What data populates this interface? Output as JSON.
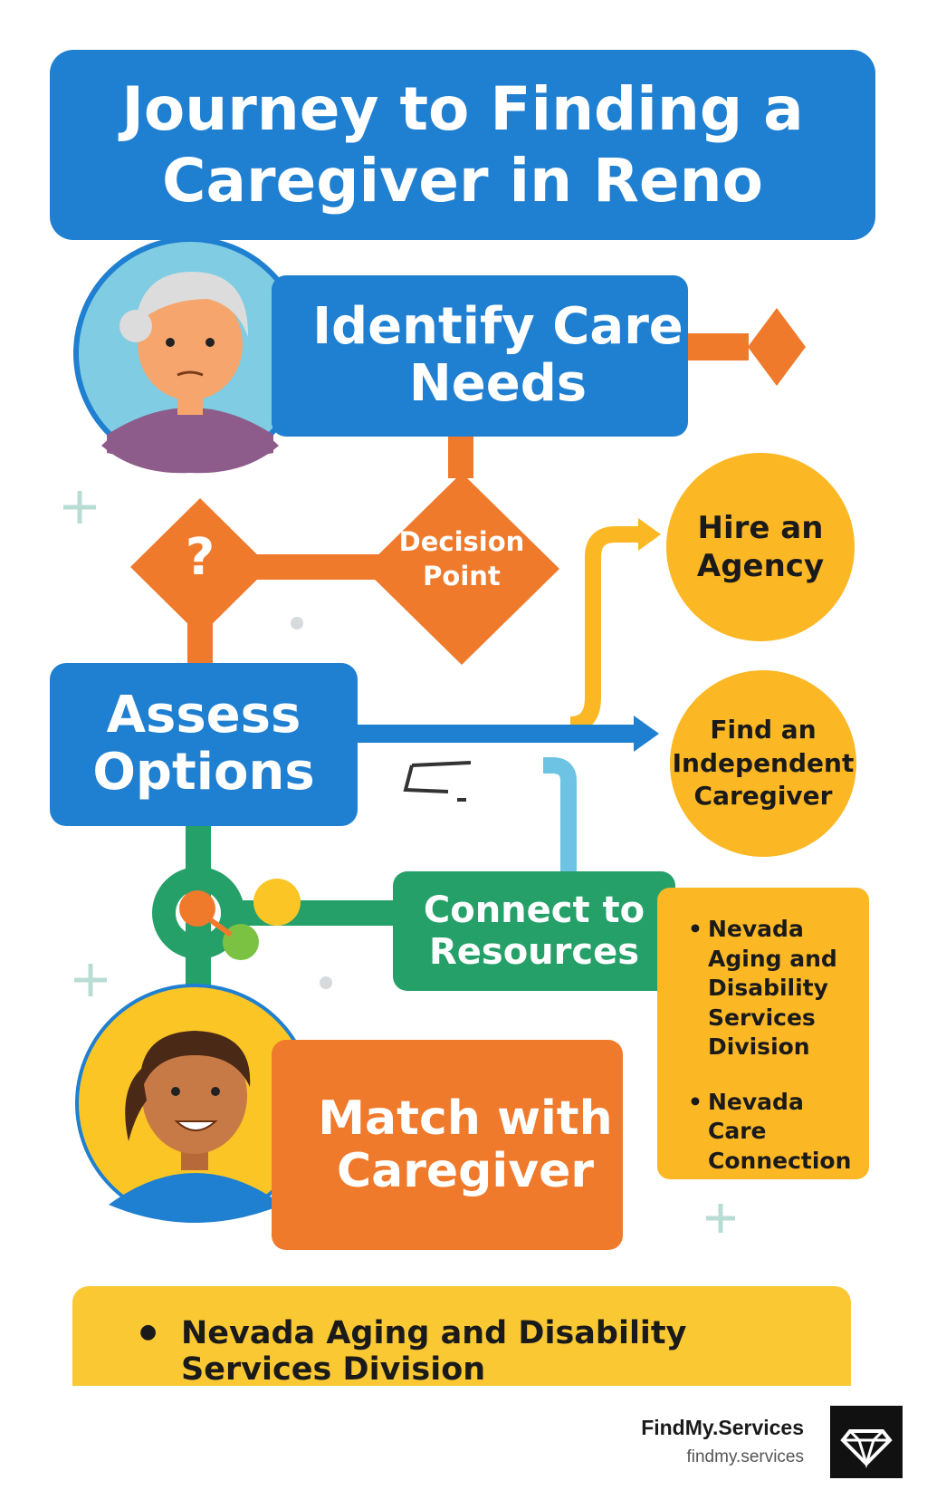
{
  "title": "Journey to Finding a Caregiver in Reno",
  "steps": {
    "identify": "Identify Care Needs",
    "decision": "Decision Point",
    "decision_symbol": "?",
    "assess": "Assess Options",
    "connect": "Connect to Resources",
    "match": "Match with Caregiver"
  },
  "options": {
    "hire": "Hire an Agency",
    "independent": "Find an Independent Caregiver"
  },
  "resources": [
    "Nevada Aging and Disability Services Division",
    "Nevada Care Connection"
  ],
  "bottom_bullet": "Nevada Aging and Disability Services Division",
  "brand": {
    "name": "FindMy.Services",
    "url": "findmy.services"
  },
  "colors": {
    "blue": "#1f7fd0",
    "orange": "#f07a2c",
    "green": "#25a069",
    "yellow": "#fbb724"
  },
  "icons": [
    "elderly-woman-avatar",
    "caregiver-woman-avatar",
    "question-icon",
    "gem-logo-icon"
  ]
}
